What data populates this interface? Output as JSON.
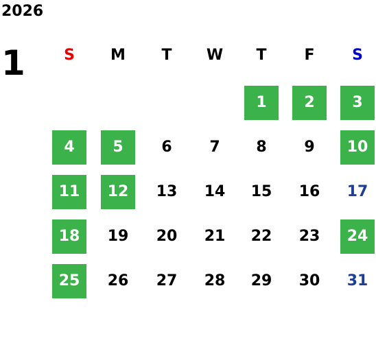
{
  "year": "2026",
  "month": "1",
  "colors": {
    "holiday_bg": "#3cb34a",
    "holiday_text": "#ffffff",
    "sunday_header": "#e60000",
    "saturday_header": "#0000cc",
    "saturday_day": "#1f3f95",
    "default_text": "#000000"
  },
  "weekdays": [
    {
      "label": "S",
      "color": "#e60000"
    },
    {
      "label": "M",
      "color": "#000000"
    },
    {
      "label": "T",
      "color": "#000000"
    },
    {
      "label": "W",
      "color": "#000000"
    },
    {
      "label": "T",
      "color": "#000000"
    },
    {
      "label": "F",
      "color": "#000000"
    },
    {
      "label": "S",
      "color": "#0000cc"
    }
  ],
  "weeks": [
    [
      {
        "day": ""
      },
      {
        "day": ""
      },
      {
        "day": ""
      },
      {
        "day": ""
      },
      {
        "day": "1",
        "holiday": true
      },
      {
        "day": "2",
        "holiday": true
      },
      {
        "day": "3",
        "holiday": true
      }
    ],
    [
      {
        "day": "4",
        "holiday": true
      },
      {
        "day": "5",
        "holiday": true
      },
      {
        "day": "6"
      },
      {
        "day": "7"
      },
      {
        "day": "8"
      },
      {
        "day": "9"
      },
      {
        "day": "10",
        "holiday": true
      }
    ],
    [
      {
        "day": "11",
        "holiday": true
      },
      {
        "day": "12",
        "holiday": true
      },
      {
        "day": "13"
      },
      {
        "day": "14"
      },
      {
        "day": "15"
      },
      {
        "day": "16"
      },
      {
        "day": "17",
        "saturday": true
      }
    ],
    [
      {
        "day": "18",
        "holiday": true
      },
      {
        "day": "19"
      },
      {
        "day": "20"
      },
      {
        "day": "21"
      },
      {
        "day": "22"
      },
      {
        "day": "23"
      },
      {
        "day": "24",
        "holiday": true
      }
    ],
    [
      {
        "day": "25",
        "holiday": true
      },
      {
        "day": "26"
      },
      {
        "day": "27"
      },
      {
        "day": "28"
      },
      {
        "day": "29"
      },
      {
        "day": "30"
      },
      {
        "day": "31",
        "saturday": true
      }
    ]
  ]
}
